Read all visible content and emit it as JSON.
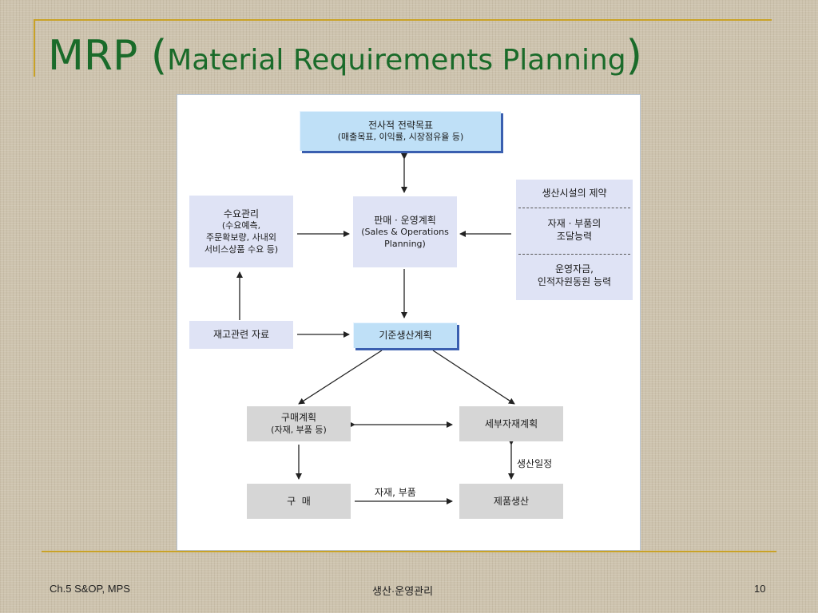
{
  "slide": {
    "title_main": "MRP (",
    "title_sub": "Material Requirements Planning",
    "title_close": ")"
  },
  "diagram": {
    "strategy": {
      "line1": "전사적 전략목표",
      "line2": "(매출목표, 이익률, 시장점유율 등)"
    },
    "demand": {
      "line1": "수요관리",
      "line2": "(수요예측,",
      "line3": "주문확보량, 사내외",
      "line4": "서비스상품 수요 등)"
    },
    "sop": {
      "line1": "판매 · 운영계획",
      "line2": "(Sales & Operations",
      "line3": "Planning)"
    },
    "constraints": {
      "item1": "생산시설의 제약",
      "item2_line1": "자재 · 부품의",
      "item2_line2": "조달능력",
      "item3_line1": "운영자금,",
      "item3_line2": "인적자원동원 능력"
    },
    "inventory": "재고관련 자료",
    "mps": "기준생산계획",
    "purchase_plan": {
      "line1": "구매계획",
      "line2": "(자재, 부품 등)"
    },
    "material_plan": "세부자재계획",
    "purchase": "구  매",
    "production": "제품생산",
    "label_materials": "자재, 부품",
    "label_schedule": "생산일정"
  },
  "footer": {
    "left": "Ch.5 S&OP, MPS",
    "center": "생산·운영관리",
    "page": "10"
  }
}
